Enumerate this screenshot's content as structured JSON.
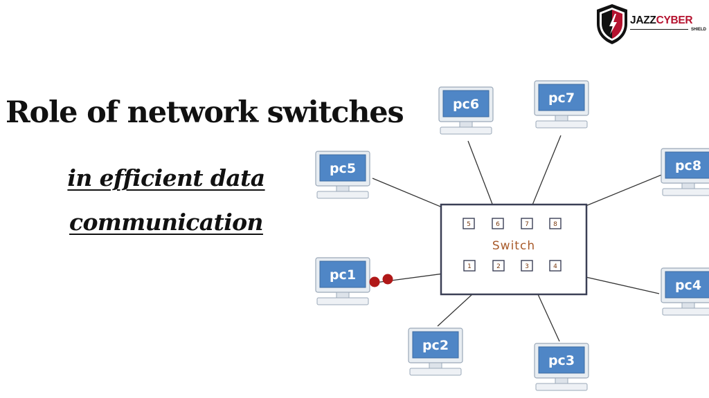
{
  "heading": {
    "title": "Role of network switches",
    "subtitle_line1": "in efficient data",
    "subtitle_line2": "communication"
  },
  "logo": {
    "text_part1": "JAZZ",
    "text_part2": "CYBER",
    "tagline": "SHIELD",
    "colors": {
      "dark": "#111111",
      "accent": "#b5122f"
    }
  },
  "diagram": {
    "switch_label": "Switch",
    "ports": [
      "1",
      "2",
      "3",
      "4",
      "5",
      "6",
      "7",
      "8"
    ],
    "computers": [
      "pc1",
      "pc2",
      "pc3",
      "pc4",
      "pc5",
      "pc6",
      "pc7",
      "pc8"
    ],
    "connections": [
      {
        "pc": "pc1",
        "port": "1"
      },
      {
        "pc": "pc2",
        "port": "2"
      },
      {
        "pc": "pc3",
        "port": "3"
      },
      {
        "pc": "pc4",
        "port": "4"
      },
      {
        "pc": "pc5",
        "port": "5"
      },
      {
        "pc": "pc6",
        "port": "6"
      },
      {
        "pc": "pc7",
        "port": "7"
      },
      {
        "pc": "pc8",
        "port": "8"
      }
    ],
    "colors": {
      "monitor_screen": "#4f86c6",
      "monitor_frame": "#e8edf2",
      "switch_border": "#3a3f55",
      "link_line": "#333333",
      "packet": "#b01818"
    }
  }
}
